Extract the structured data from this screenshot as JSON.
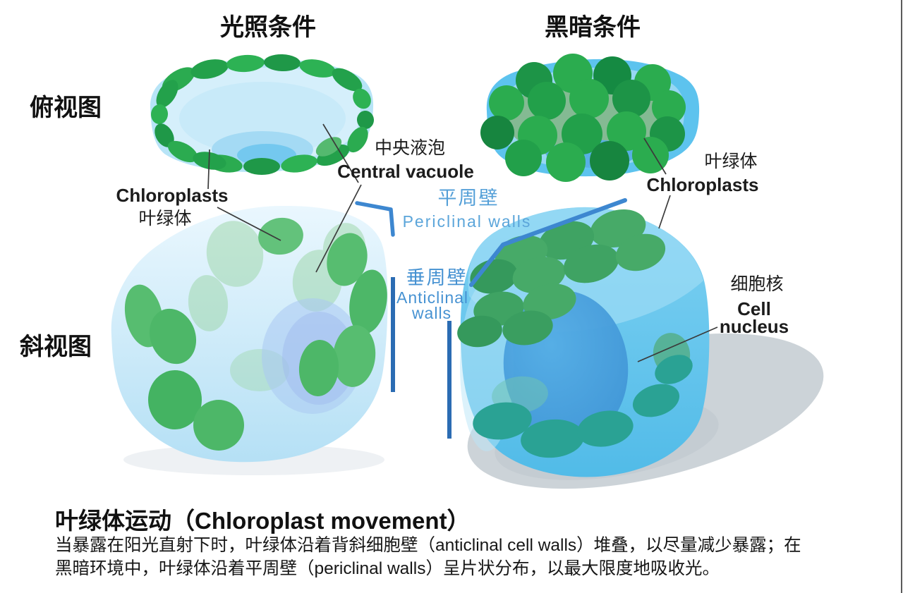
{
  "headers": {
    "light_condition": "光照条件",
    "dark_condition": "黑暗条件"
  },
  "row_labels": {
    "top_view": "俯视图",
    "oblique_view": "斜视图"
  },
  "labels": {
    "central_vacuole": {
      "zh": "中央液泡",
      "en": "Central vacuole"
    },
    "chloroplasts_left": {
      "en": "Chloroplasts",
      "zh": "叶绿体"
    },
    "chloroplasts_right": {
      "zh": "叶绿体",
      "en": "Chloroplasts"
    },
    "periclinal": {
      "zh": "平周壁",
      "en": "Periclinal walls"
    },
    "anticlinal": {
      "zh": "垂周壁",
      "en_line1": "Anticlinal",
      "en_line2": "walls"
    },
    "nucleus": {
      "zh": "细胞核",
      "en_line1": "Cell",
      "en_line2": "nucleus"
    }
  },
  "caption": {
    "title": "叶绿体运动（Chloroplast movement）",
    "body_line1": "当暴露在阳光直射下时，叶绿体沿着背斜细胞壁（anticlinal cell walls）堆叠，以尽量减少暴露；在",
    "body_line2": "黑暗环境中，叶绿体沿着平周壁（periclinal walls）呈片状分布，以最大限度地吸收光。"
  },
  "colors": {
    "label_blue_periclinal": "#55a0d8",
    "label_blue_anticlinal": "#4692d2",
    "wall_mark_blue": "#3d87d0",
    "wall_bar_blue": "#2b6cb3",
    "chloroplast_green_bright": "#2bac4f",
    "chloroplast_green_dark": "#17853f",
    "chloroplast_teal": "#2aa294",
    "cell_blue_light": "#b7e4f7",
    "cell_blue_dark": "#5dc3ee",
    "nucleus_blue": "#44a0de",
    "shadow_gray": "#c9d1d6",
    "pointer_line": "#3b3b3b",
    "text_black": "#111111"
  }
}
